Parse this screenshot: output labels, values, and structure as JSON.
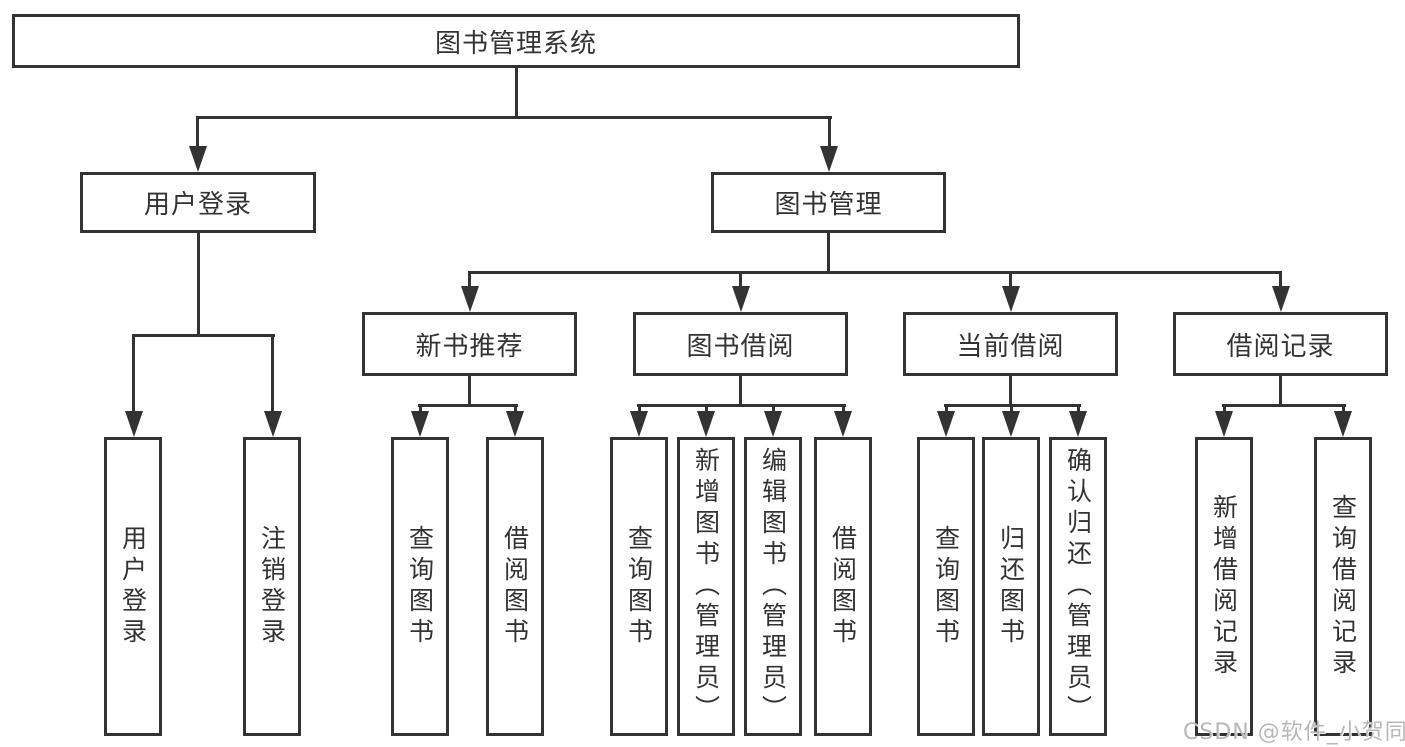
{
  "diagram": {
    "title": "图书管理系统",
    "level1": [
      {
        "label": "用户登录"
      },
      {
        "label": "图书管理"
      }
    ],
    "level2": [
      {
        "label": "新书推荐",
        "parent": "图书管理"
      },
      {
        "label": "图书借阅",
        "parent": "图书管理"
      },
      {
        "label": "当前借阅",
        "parent": "图书管理"
      },
      {
        "label": "借阅记录",
        "parent": "图书管理"
      }
    ],
    "leaves": [
      {
        "label": "用户登录",
        "parent": "用户登录"
      },
      {
        "label": "注销登录",
        "parent": "用户登录"
      },
      {
        "label": "查询图书",
        "parent": "新书推荐"
      },
      {
        "label": "借阅图书",
        "parent": "新书推荐"
      },
      {
        "label": "查询图书",
        "parent": "图书借阅"
      },
      {
        "label": "新增图书（管理员）",
        "parent": "图书借阅"
      },
      {
        "label": "编辑图书（管理员）",
        "parent": "图书借阅"
      },
      {
        "label": "借阅图书",
        "parent": "图书借阅"
      },
      {
        "label": "查询图书",
        "parent": "当前借阅"
      },
      {
        "label": "归还图书",
        "parent": "当前借阅"
      },
      {
        "label": "确认归还（管理员）",
        "parent": "当前借阅"
      },
      {
        "label": "新增借阅记录",
        "parent": "借阅记录"
      },
      {
        "label": "查询借阅记录",
        "parent": "借阅记录"
      }
    ],
    "watermark": "CSDN @软件_小贺同学",
    "colors": {
      "line": "#333333",
      "text": "#333333",
      "watermark": "#b8b8b8",
      "background": "#ffffff"
    }
  }
}
